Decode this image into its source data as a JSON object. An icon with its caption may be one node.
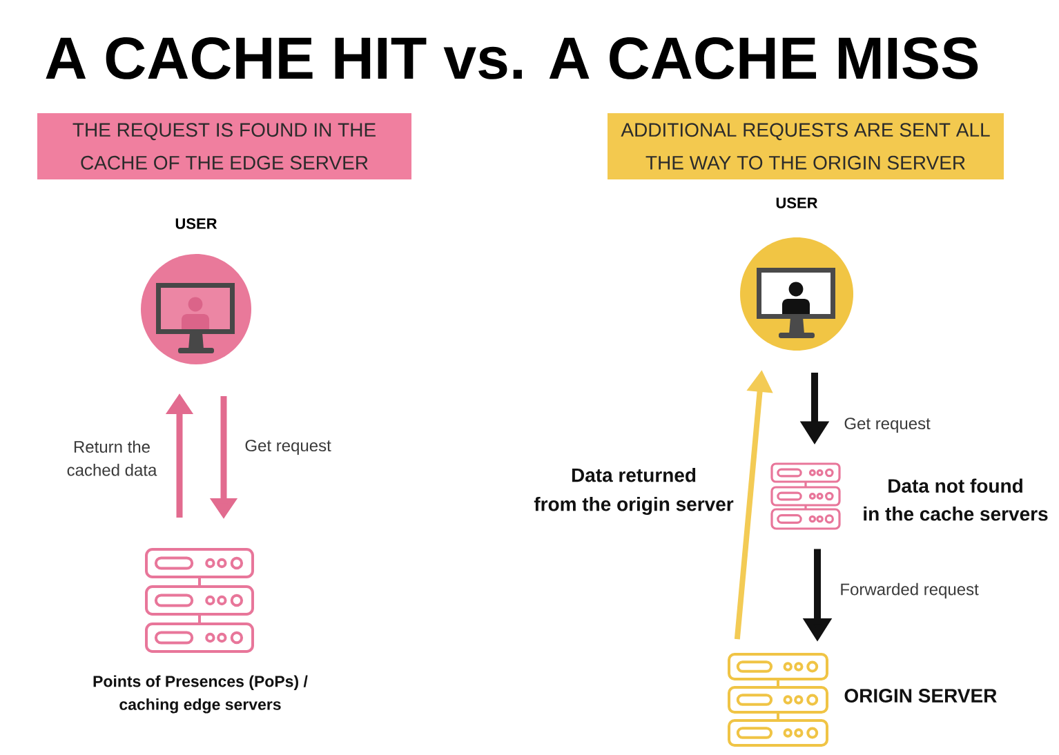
{
  "diagram": {
    "title": "A CACHE HIT vs. A CACHE MISS",
    "nodes": [
      {
        "text": [
          "THE REQUEST IS FOUND IN THE CACHE OF THE EDGE SERVER"
        ]
      },
      {
        "text": [
          "USER"
        ]
      },
      {
        "text": [
          "Points of Presences (PoPs) / caching edge servers"
        ]
      },
      {
        "text": [
          "ADDITIONAL REQUESTS ARE SENT ALL THE WAY TO THE ORIGIN SERVER"
        ]
      },
      {
        "text": [
          "USER"
        ]
      },
      {
        "text": [
          "Data not found in the cache servers"
        ]
      },
      {
        "text": [
          "ORIGIN SERVER"
        ]
      }
    ],
    "edges": [
      {
        "from": 2,
        "to": 1,
        "arrow": "to",
        "label": "Return the cached data",
        "color": "#e26b8f"
      },
      {
        "from": 1,
        "to": 2,
        "arrow": "to",
        "label": "Get request",
        "color": "#e26b8f"
      },
      {
        "from": 4,
        "to": 5,
        "arrow": "to",
        "label": "Get request",
        "color": "#111111"
      },
      {
        "from": 5,
        "to": 6,
        "arrow": "to",
        "label": "Forwarded request",
        "color": "#111111"
      },
      {
        "from": 6,
        "to": 4,
        "arrow": "to",
        "label": "Data returned from the origin server",
        "color": "#f3cb55"
      }
    ]
  }
}
